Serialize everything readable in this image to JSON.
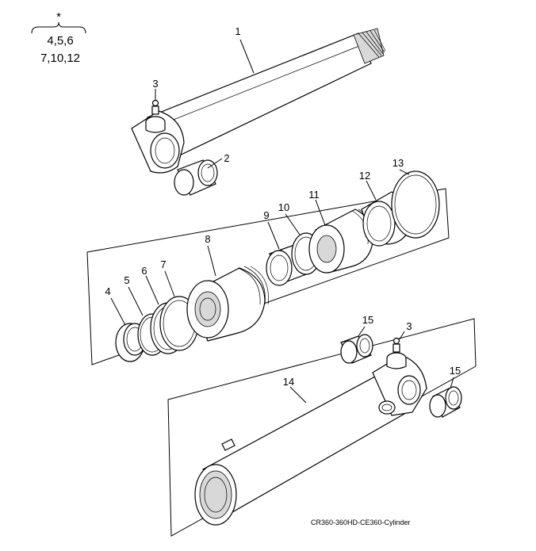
{
  "kit_note": {
    "symbol": "*",
    "line1": "4,5,6",
    "line2": "7,10,12"
  },
  "callouts": {
    "c1": "1",
    "c2": "2",
    "c3a": "3",
    "c3b": "3",
    "c4": "4",
    "c5": "5",
    "c6": "6",
    "c7": "7",
    "c8": "8",
    "c9": "9",
    "c10": "10",
    "c11": "11",
    "c12": "12",
    "c13": "13",
    "c14": "14",
    "c15a": "15",
    "c15b": "15"
  },
  "caption": "CR360-360HD-CE360-Cylinder"
}
